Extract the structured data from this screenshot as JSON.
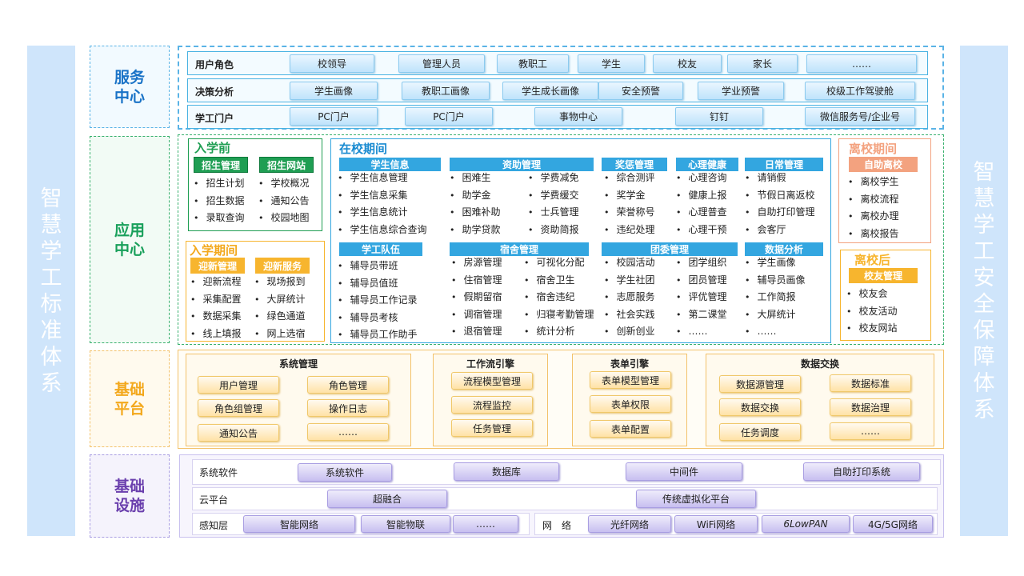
{
  "left_side": "智慧学工标准体系",
  "right_side": "智慧学工安全保障体系",
  "layers": {
    "service": "服务\n中心",
    "app": "应用\n中心",
    "platform": "基础\n平台",
    "infra": "基础\n设施"
  },
  "service_rows": [
    {
      "label": "用户角色",
      "items": [
        "校领导",
        "管理人员",
        "教职工",
        "学生",
        "校友",
        "家长",
        "……"
      ]
    },
    {
      "label": "决策分析",
      "items": [
        "学生画像",
        "教职工画像",
        "学生成长画像",
        "安全预警",
        "学业预警",
        "校级工作驾驶舱"
      ]
    },
    {
      "label": "学工门户",
      "items": [
        "PC门户",
        "PC门户",
        "事物中心",
        "钉钉",
        "微信服务号/企业号"
      ]
    }
  ],
  "pre_enroll": {
    "title": "入学前",
    "col1": {
      "header": "招生管理",
      "items": [
        "招生计划",
        "招生数据",
        "录取查询"
      ]
    },
    "col2": {
      "header": "招生网站",
      "items": [
        "学校概况",
        "通知公告",
        "校园地图"
      ]
    }
  },
  "enroll_period": {
    "title": "入学期间",
    "col1": {
      "header": "迎新管理",
      "items": [
        "迎新流程",
        "采集配置",
        "数据采集",
        "线上填报"
      ]
    },
    "col2": {
      "header": "迎新服务",
      "items": [
        "现场报到",
        "大屏统计",
        "绿色通道",
        "网上选宿"
      ]
    }
  },
  "in_school": {
    "title": "在校期间",
    "student_info": {
      "header": "学生信息",
      "items": [
        "学生信息管理",
        "学生信息采集",
        "学生信息统计",
        "学生信息综合查询"
      ]
    },
    "aid": {
      "header": "资助管理",
      "col1": [
        "困难生",
        "助学金",
        "困难补助",
        "助学贷款"
      ],
      "col2": [
        "学费减免",
        "学费缓交",
        "士兵管理",
        "资助简报"
      ]
    },
    "award": {
      "header": "奖惩管理",
      "items": [
        "综合测评",
        "奖学金",
        "荣誉称号",
        "违纪处理"
      ]
    },
    "psych": {
      "header": "心理健康",
      "items": [
        "心理咨询",
        "健康上报",
        "心理普查",
        "心理干预"
      ]
    },
    "daily": {
      "header": "日常管理",
      "items": [
        "请销假",
        "节假日离返校",
        "自助打印管理",
        "会客厅"
      ]
    },
    "team": {
      "header": "学工队伍",
      "items": [
        "辅导员带班",
        "辅导员值班",
        "辅导员工作记录",
        "辅导员考核",
        "辅导员工作助手"
      ]
    },
    "dorm": {
      "header": "宿舍管理",
      "col1": [
        "房源管理",
        "住宿管理",
        "假期留宿",
        "调宿管理",
        "退宿管理"
      ],
      "col2": [
        "可视化分配",
        "宿舍卫生",
        "宿舍违纪",
        "归寝考勤管理",
        "统计分析"
      ]
    },
    "league": {
      "header": "团委管理",
      "col1": [
        "校园活动",
        "学生社团",
        "志愿服务",
        "社会实践",
        "创新创业"
      ],
      "col2": [
        "团学组织",
        "团员管理",
        "评优管理",
        "第二课堂",
        "……"
      ]
    },
    "analysis": {
      "header": "数据分析",
      "items": [
        "学生画像",
        "辅导员画像",
        "工作简报",
        "大屏统计",
        "……"
      ]
    }
  },
  "leave": {
    "title": "离校期间",
    "header": "自助离校",
    "items": [
      "离校学生",
      "离校流程",
      "离校办理",
      "离校报告"
    ]
  },
  "after_leave": {
    "title": "离校后",
    "header": "校友管理",
    "items": [
      "校友会",
      "校友活动",
      "校友网站"
    ]
  },
  "platform": {
    "system": {
      "title": "系统管理",
      "items": [
        "用户管理",
        "角色管理",
        "角色组管理",
        "操作日志",
        "通知公告",
        "……"
      ]
    },
    "workflow": {
      "title": "工作流引擎",
      "items": [
        "流程模型管理",
        "流程监控",
        "任务管理"
      ]
    },
    "form": {
      "title": "表单引擎",
      "items": [
        "表单模型管理",
        "表单权限",
        "表单配置"
      ]
    },
    "exchange": {
      "title": "数据交换",
      "items": [
        "数据源管理",
        "数据标准",
        "数据交换",
        "数据治理",
        "任务调度",
        "……"
      ]
    }
  },
  "infra": {
    "software": {
      "label": "系统软件",
      "items": [
        "系统软件",
        "数据库",
        "中间件",
        "自助打印系统"
      ]
    },
    "cloud": {
      "label": "云平台",
      "items": [
        "超融合",
        "传统虚拟化平台"
      ]
    },
    "sensing": {
      "label": "感知层",
      "items": [
        "智能网络",
        "智能物联",
        "……"
      ]
    },
    "network": {
      "label": "网　络",
      "items": [
        "光纤网络",
        "WiFi网络",
        "6LowPAN",
        "4G/5G网络"
      ]
    }
  },
  "colors": {
    "service": "#1a73c7",
    "app": "#19a05b",
    "platform": "#f3a81c",
    "infra": "#6a3fad",
    "side": "#cfe5fb"
  }
}
